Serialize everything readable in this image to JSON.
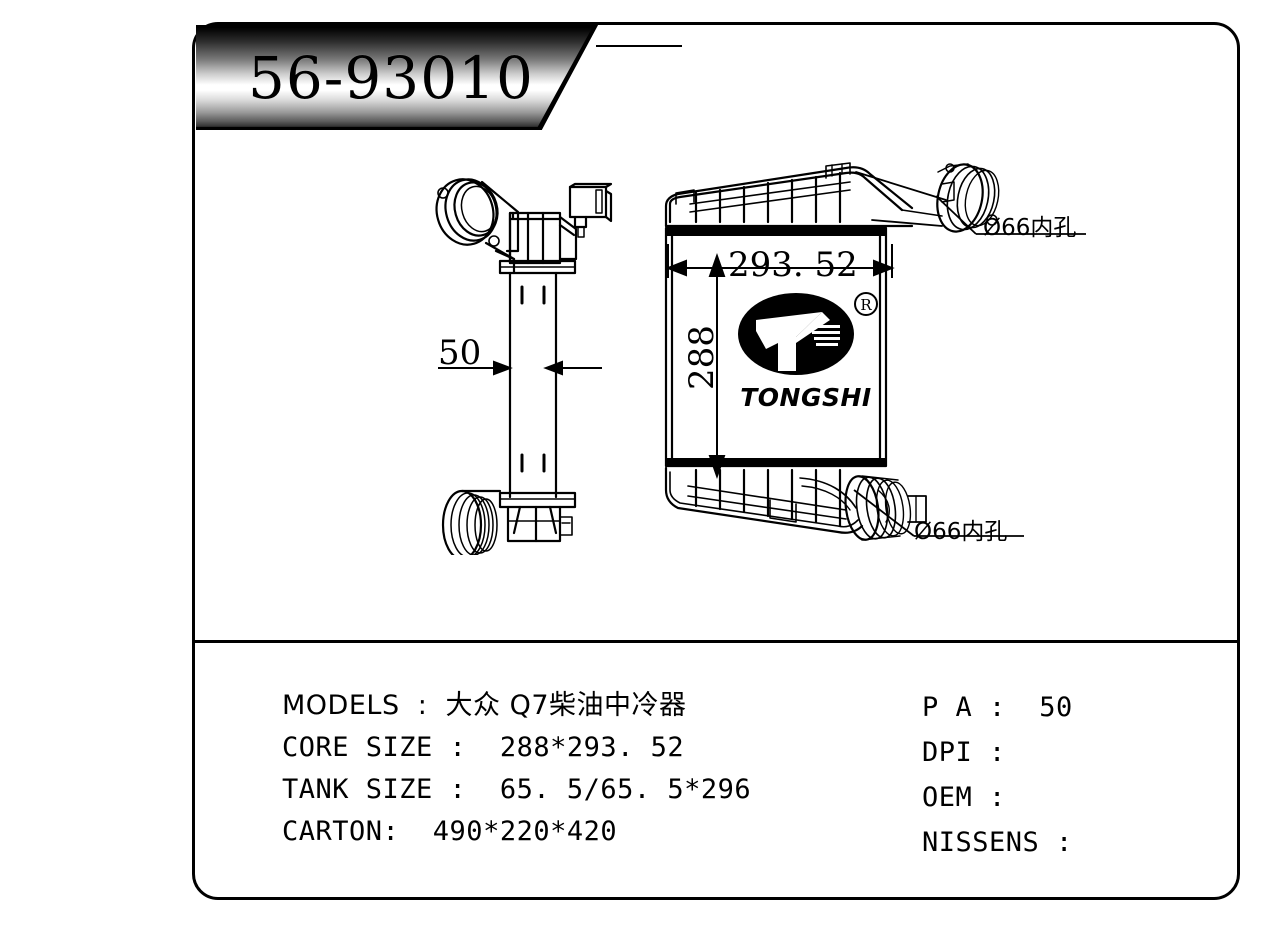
{
  "sheet": {
    "part_number": "56-93010",
    "background_color": "#ffffff",
    "line_color": "#000000"
  },
  "drawing": {
    "side_view": {
      "name": "side-view",
      "thickness_dimension": "50"
    },
    "front_view": {
      "name": "front-view",
      "width_dimension": "293. 52",
      "height_dimension": "288",
      "inlet_note_top": "Ø66内孔",
      "inlet_note_bottom": "Ø66内孔"
    },
    "logo": {
      "wordmark": "TONGSHI",
      "registered_mark": "®"
    }
  },
  "info_panel": {
    "left_rows": [
      {
        "label": "MODELS  :",
        "value": "大众 Q7柴油中冷器",
        "cjk": true
      },
      {
        "label": "CORE SIZE :",
        "value": "288*293. 52",
        "cjk": false
      },
      {
        "label": "TANK SIZE :",
        "value": "65. 5/65. 5*296",
        "cjk": false
      },
      {
        "label": "CARTON:",
        "value": "490*220*420",
        "cjk": false
      }
    ],
    "left_lines": [
      "MODELS  :  大众 Q7柴油中冷器",
      "CORE SIZE :  288*293. 52",
      "TANK SIZE :  65. 5/65. 5*296",
      "CARTON:  490*220*420"
    ],
    "right_lines": [
      "P A :  50",
      "DPI :",
      "OEM :",
      "NISSENS :"
    ],
    "right_rows": [
      {
        "label": "P A :",
        "value": "50"
      },
      {
        "label": "DPI :",
        "value": ""
      },
      {
        "label": "OEM :",
        "value": ""
      },
      {
        "label": "NISSENS :",
        "value": ""
      }
    ]
  }
}
